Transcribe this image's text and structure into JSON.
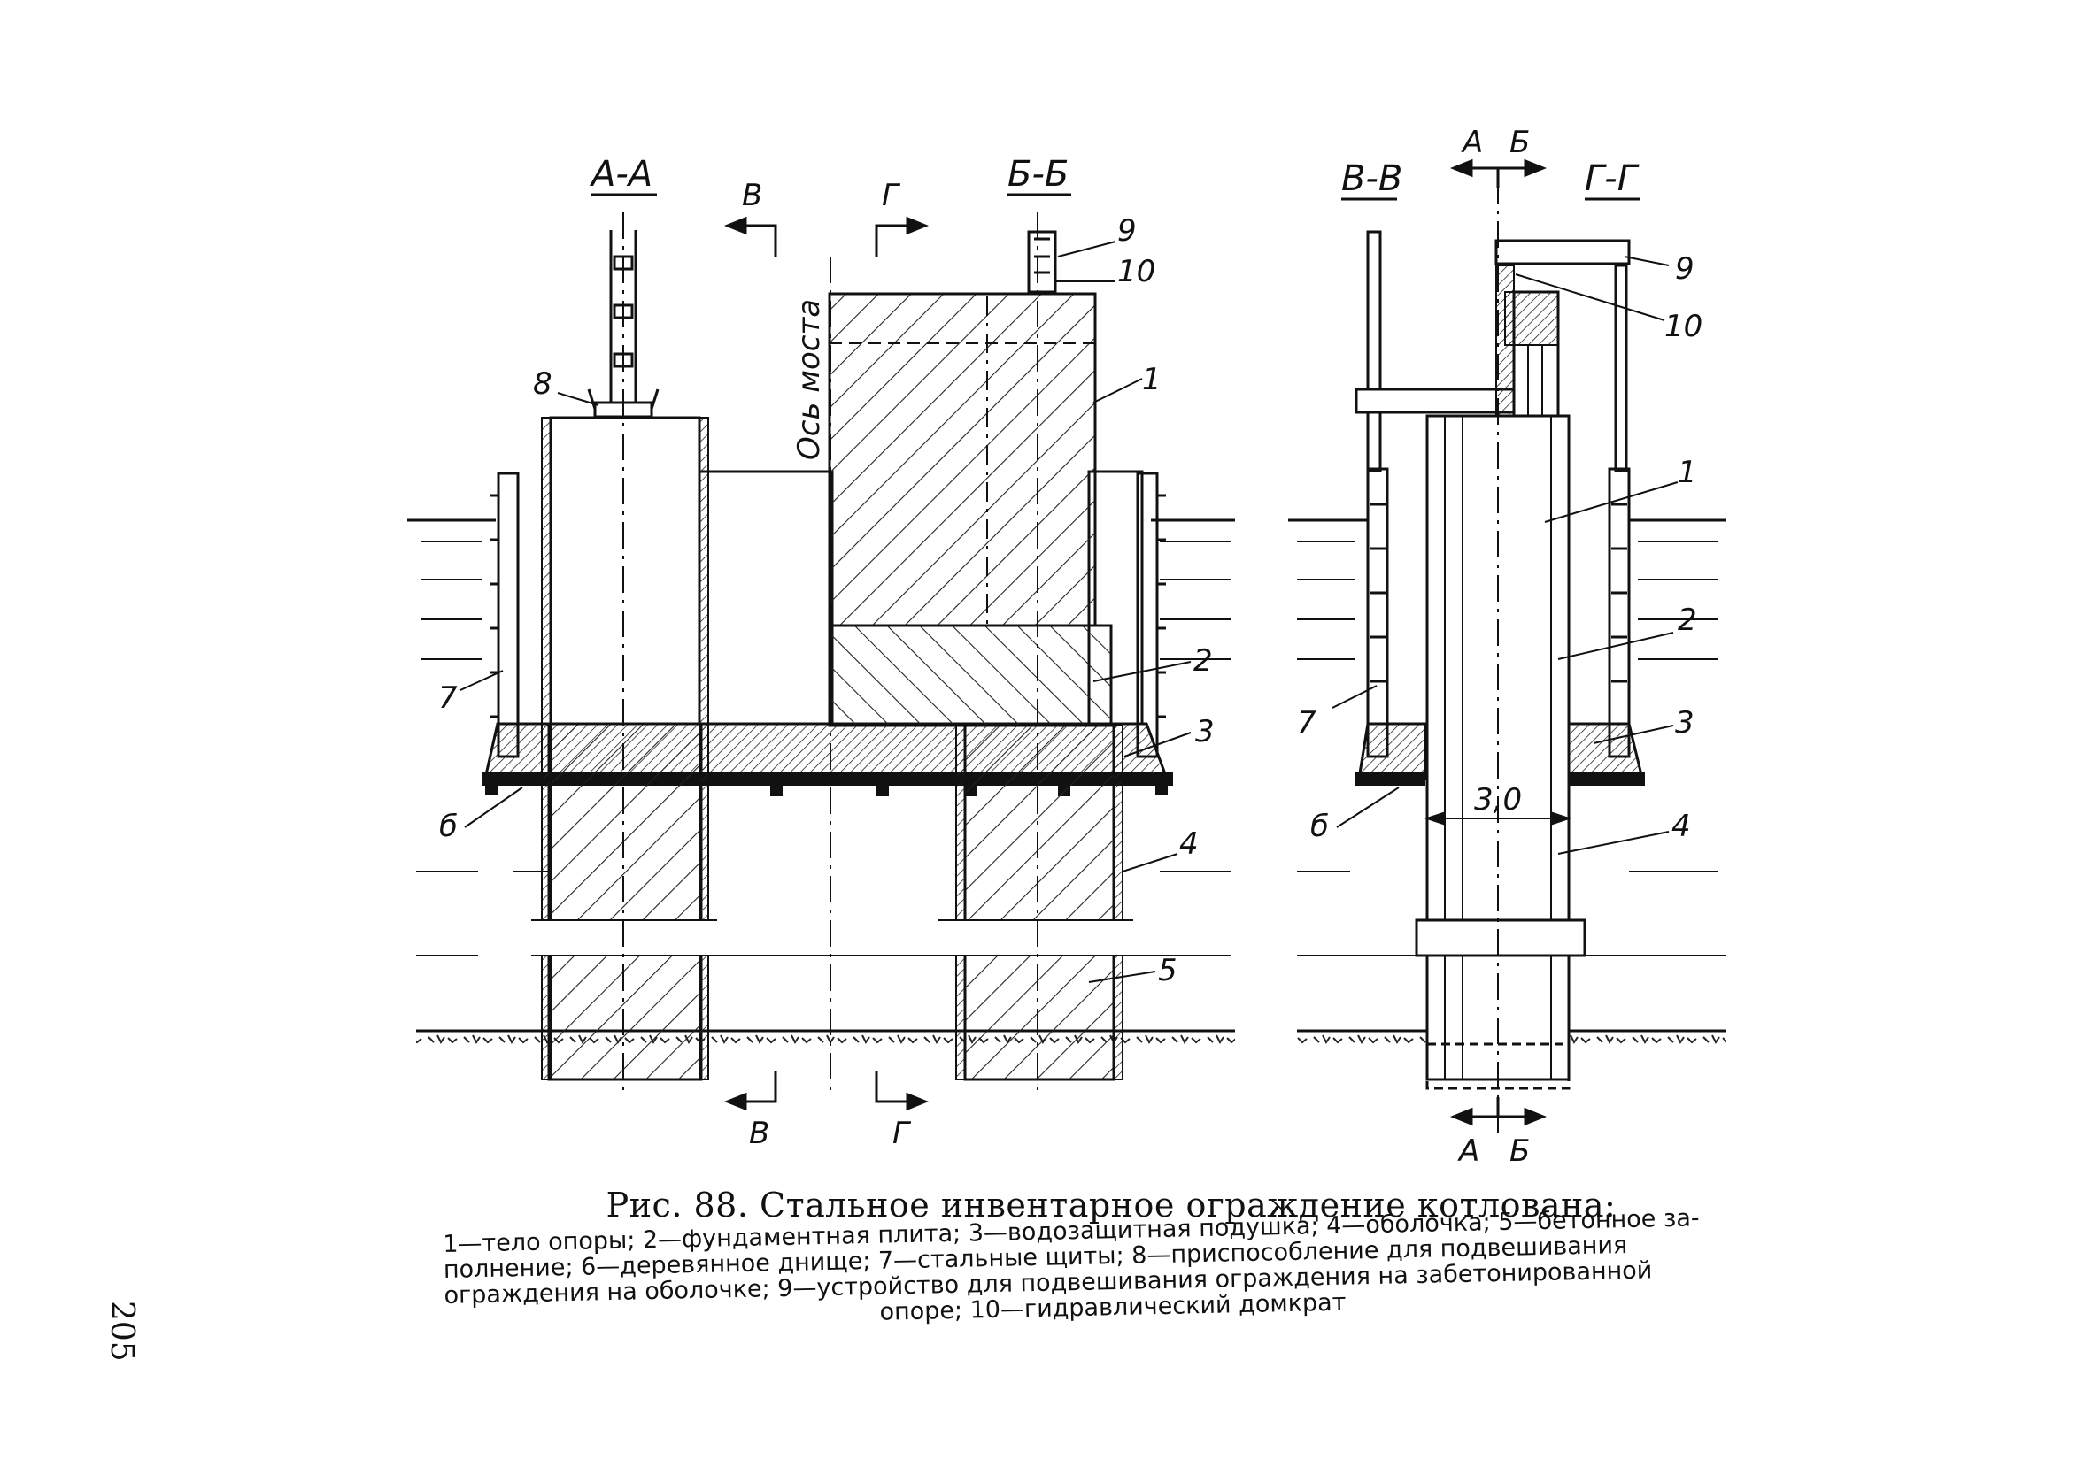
{
  "figure": {
    "title": "Рис. 88. Стальное инвентарное ограждение котлована:",
    "legend_lines": [
      "1—тело опоры; 2—фундаментная плита; 3—водозащитная подушка; 4—оболочка; 5—бетонное за-",
      "полнение; 6—деревянное днище; 7—стальные щиты; 8—приспособление для подвешивания",
      "ограждения на оболочке; 9—устройство для подвешивания ограждения на забетонированной",
      "опоре; 10—гидравлический домкрат"
    ]
  },
  "page_number": "205",
  "left_view": {
    "section_labels": {
      "aa": "А-А",
      "bb": "Б-Б"
    },
    "arrow_labels": {
      "v_top": "В",
      "g_top": "Г",
      "v_bottom": "В",
      "g_bottom": "Г"
    },
    "axis_label": "Ось моста",
    "callouts": {
      "c1": "1",
      "c2": "2",
      "c3": "3",
      "c4": "4",
      "c5": "5",
      "c6": "б",
      "c7": "7",
      "c8": "8",
      "c9": "9",
      "c10": "10"
    }
  },
  "right_view": {
    "section_labels": {
      "vv": "В-В",
      "gg": "Г-Г"
    },
    "arrow_labels": {
      "a_top": "А",
      "b_top": "Б",
      "a_bottom": "А",
      "b_bottom": "Б"
    },
    "dimension": "3,0",
    "callouts": {
      "c1": "1",
      "c2": "2",
      "c3": "3",
      "c4": "4",
      "c6": "б",
      "c7": "7",
      "c9": "9",
      "c10": "10"
    }
  }
}
